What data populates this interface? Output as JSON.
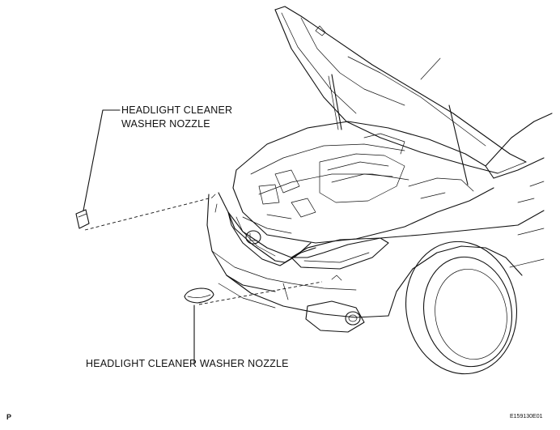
{
  "labels": {
    "top_line1": "HEADLIGHT CLEANER",
    "top_line2": "WASHER NOZZLE",
    "bottom": "HEADLIGHT CLEANER WASHER NOZZLE",
    "view_marker": "P",
    "figure_code": "E159130E01"
  }
}
